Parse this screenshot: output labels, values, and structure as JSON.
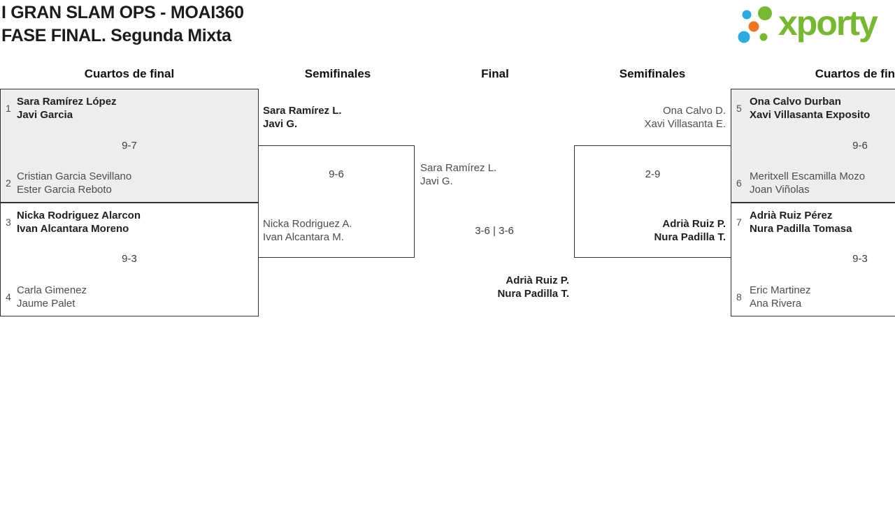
{
  "title": {
    "line1": "I GRAN SLAM OPS - MOAI360",
    "line2": "FASE FINAL. Segunda Mixta"
  },
  "logo": {
    "text": "xporty",
    "colors": {
      "green": "#76b82f",
      "blue": "#29abe2",
      "orange": "#ee7623"
    }
  },
  "rounds": {
    "r1": "Cuartos de final",
    "r2": "Semifinales",
    "r3": "Final",
    "r4": "Semifinales",
    "r5": "Cuartos de final"
  },
  "matches": {
    "qf1": {
      "seed_a": "1",
      "a1": "Sara Ramírez López",
      "a2": "Javi Garcia",
      "score": "9-7",
      "seed_b": "2",
      "b1": "Cristian Garcia Sevillano",
      "b2": "Ester Garcia Reboto",
      "winner": "a"
    },
    "qf2": {
      "seed_a": "3",
      "a1": "Nicka Rodriguez Alarcon",
      "a2": "Ivan Alcantara Moreno",
      "score": "9-3",
      "seed_b": "4",
      "b1": "Carla Gimenez",
      "b2": "Jaume Palet",
      "winner": "a"
    },
    "sf1": {
      "a1": "Sara Ramírez L.",
      "a2": "Javi G.",
      "score": "9-6",
      "b1": "Nicka Rodriguez A.",
      "b2": "Ivan Alcantara M.",
      "winner": "a"
    },
    "final": {
      "a1": "Sara Ramírez L.",
      "a2": "Javi G.",
      "score": "3-6 | 3-6",
      "b1": "Adrià Ruiz P.",
      "b2": "Nura Padilla T.",
      "winner": "b"
    },
    "sf2": {
      "a1": "Ona Calvo D.",
      "a2": "Xavi Villasanta E.",
      "score": "2-9",
      "b1": "Adrià Ruiz P.",
      "b2": "Nura Padilla T.",
      "winner": "b"
    },
    "qf3": {
      "seed_a": "5",
      "a1": "Ona Calvo Durban",
      "a2": "Xavi Villasanta Exposito",
      "score": "9-6",
      "seed_b": "6",
      "b1": "Meritxell Escamilla Mozo",
      "b2": "Joan Viñolas",
      "winner": "a"
    },
    "qf4": {
      "seed_a": "7",
      "a1": "Adrià Ruiz Pérez",
      "a2": "Nura Padilla Tomasa",
      "score": "9-3",
      "seed_b": "8",
      "b1": "Eric Martinez",
      "b2": "Ana Rivera",
      "winner": "a"
    }
  }
}
